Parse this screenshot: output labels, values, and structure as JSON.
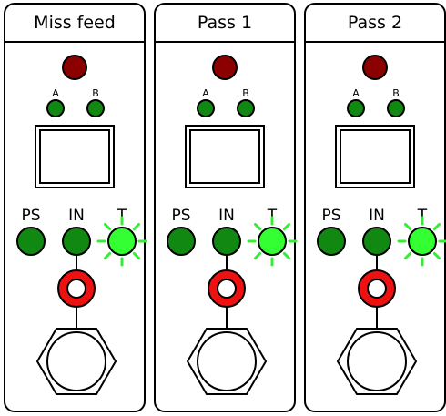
{
  "panels": [
    {
      "title": "Miss feed",
      "labels": {
        "a": "A",
        "b": "B",
        "ps": "PS",
        "in": "IN",
        "t": "T"
      }
    },
    {
      "title": "Pass 1",
      "labels": {
        "a": "A",
        "b": "B",
        "ps": "PS",
        "in": "IN",
        "t": "T"
      }
    },
    {
      "title": "Pass 2",
      "labels": {
        "a": "A",
        "b": "B",
        "ps": "PS",
        "in": "IN",
        "t": "T"
      }
    }
  ],
  "colors": {
    "alarm_lamp": "#8b0000",
    "lamp_green": "#118811",
    "lamp_bright_green": "#33ff33",
    "glow": "#33ee33",
    "button_ring": "#ee1111",
    "outline": "#000000"
  }
}
